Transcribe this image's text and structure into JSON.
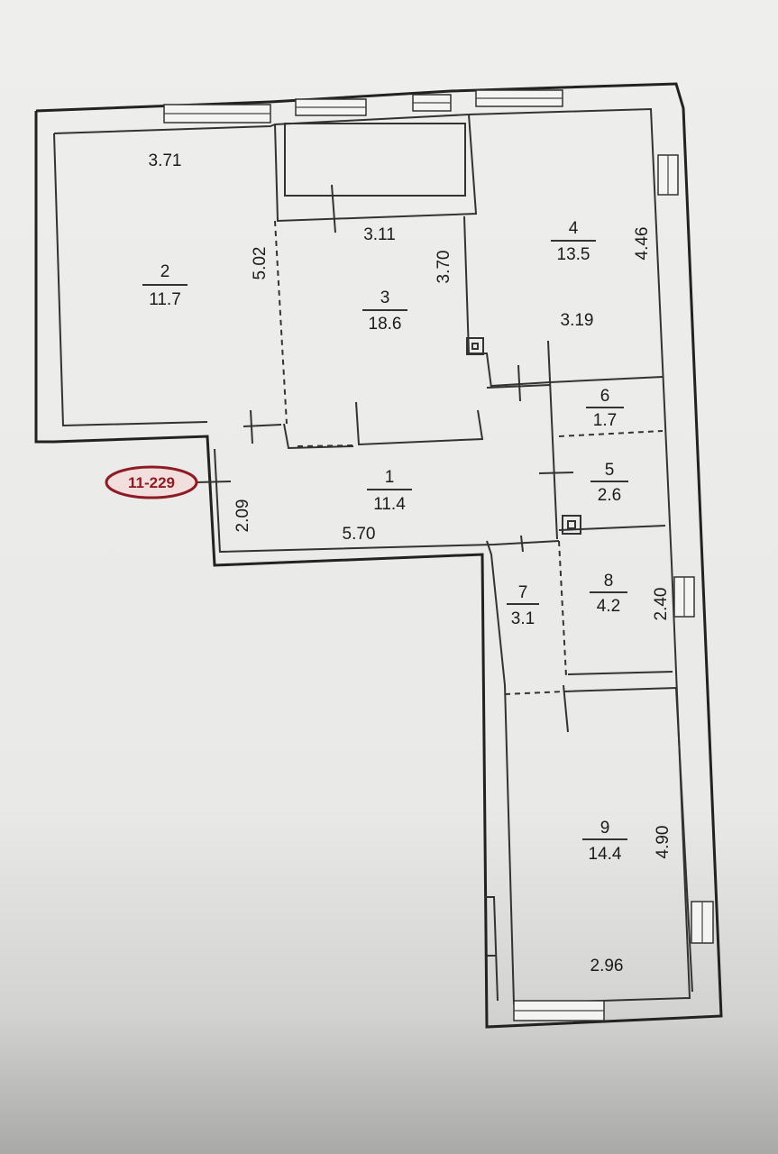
{
  "plan": {
    "badge": "11-229",
    "rooms": [
      {
        "id": "1",
        "num": "1",
        "area": "11.4"
      },
      {
        "id": "2",
        "num": "2",
        "area": "11.7"
      },
      {
        "id": "3",
        "num": "3",
        "area": "18.6"
      },
      {
        "id": "4",
        "num": "4",
        "area": "13.5"
      },
      {
        "id": "5",
        "num": "5",
        "area": "2.6"
      },
      {
        "id": "6",
        "num": "6",
        "area": "1.7"
      },
      {
        "id": "7",
        "num": "7",
        "area": "3.1"
      },
      {
        "id": "8",
        "num": "8",
        "area": "4.2"
      },
      {
        "id": "9",
        "num": "9",
        "area": "14.4"
      }
    ],
    "dims": {
      "d371": "3.71",
      "d502": "5.02",
      "d311": "3.11",
      "d370": "3.70",
      "d446": "4.46",
      "d319": "3.19",
      "d209": "2.09",
      "d570": "5.70",
      "d240": "2.40",
      "d490": "4.90",
      "d296": "2.96"
    }
  }
}
